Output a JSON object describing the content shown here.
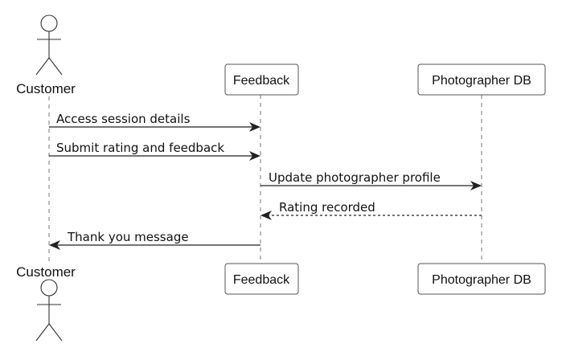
{
  "participants": [
    {
      "id": "customer",
      "label": "Customer",
      "kind": "actor"
    },
    {
      "id": "feedback",
      "label": "Feedback",
      "kind": "box"
    },
    {
      "id": "photographer_db",
      "label": "Photographer DB",
      "kind": "box"
    }
  ],
  "messages": [
    {
      "from": "customer",
      "to": "feedback",
      "label": "Access session details",
      "style": "solid"
    },
    {
      "from": "customer",
      "to": "feedback",
      "label": "Submit rating and feedback",
      "style": "solid"
    },
    {
      "from": "feedback",
      "to": "photographer_db",
      "label": "Update photographer profile",
      "style": "solid"
    },
    {
      "from": "photographer_db",
      "to": "feedback",
      "label": "Rating recorded",
      "style": "dashed"
    },
    {
      "from": "feedback",
      "to": "customer",
      "label": "Thank you message",
      "style": "solid"
    }
  ],
  "colors": {
    "line": "#222222",
    "box_border": "#555555",
    "lifeline": "#777777",
    "text": "#111111"
  }
}
